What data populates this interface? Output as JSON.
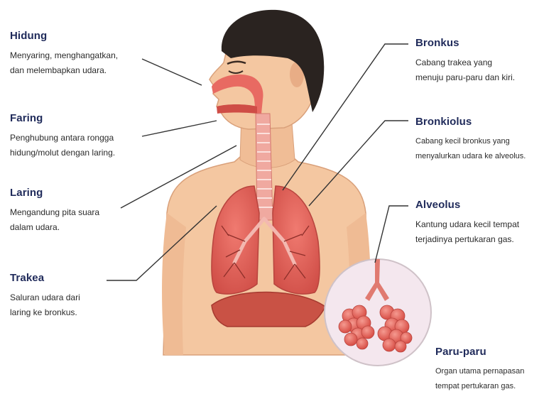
{
  "labels": {
    "hidung": {
      "title": "Hidung",
      "desc": "Menyaring, menghangatkan,\ndan melembapkan udara."
    },
    "faring": {
      "title": "Faring",
      "desc": "Penghubung antara rongga\nhidung/molut dengan laring."
    },
    "laring": {
      "title": "Laring",
      "desc": "Mengandung pita suara\ndalam udara."
    },
    "trakea": {
      "title": "Trakea",
      "desc": "Saluran udara dari\nlaring ke bronkus."
    },
    "bronkus": {
      "title": "Bronkus",
      "desc": "Cabang trakea yang\nmenuju paru-paru dan kiri."
    },
    "bronkiolus": {
      "title": "Bronkiolus",
      "desc": "Cabang kecil bronkus yang\nmenyalurkan udara ke alveolus."
    },
    "alveolus": {
      "title": "Alveolus",
      "desc": "Kantung udara kecil tempat\nterjadinya pertukaran gas."
    },
    "paru_paru": {
      "title": "Paru-paru",
      "desc": "Organ utama pernapasan\ntempat pertukaran gas."
    }
  },
  "colors": {
    "skin": "#f4c7a1",
    "skin_shadow": "#e6a97f",
    "hair": "#2a2320",
    "lung": "#e5645c",
    "lung_dark": "#c4453f",
    "trachea": "#f0a9a0",
    "diaphragm": "#c95245",
    "title_text": "#1f2a5a",
    "leader_line": "#333333",
    "inset_bg": "#f4e7ee"
  }
}
